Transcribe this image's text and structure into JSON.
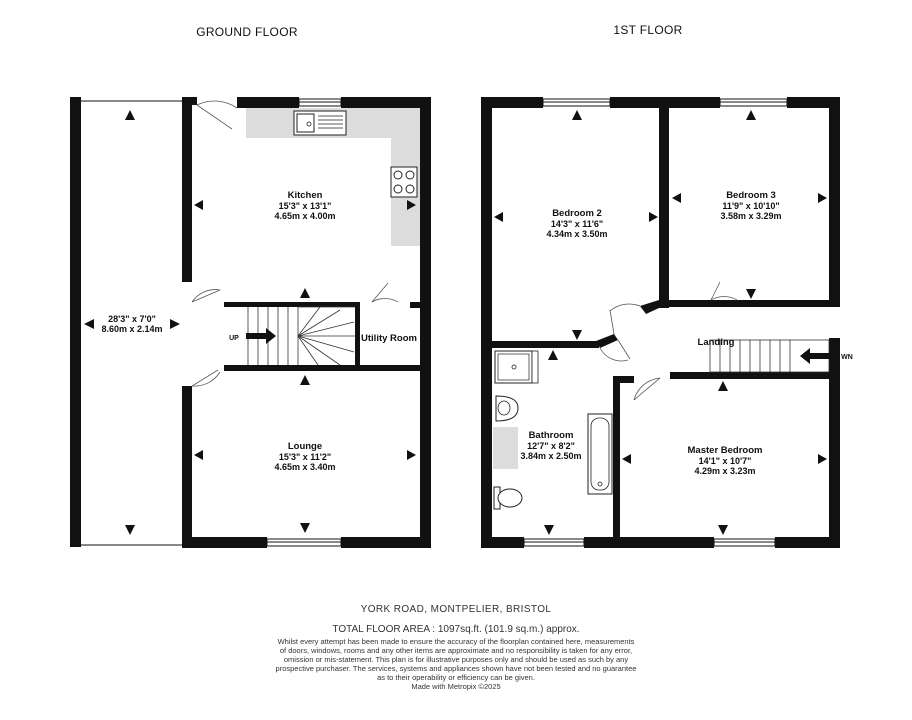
{
  "floors": {
    "ground": {
      "title": "GROUND FLOOR",
      "rooms": {
        "side": {
          "dim_imperial": "28'3\" x 7'0\"",
          "dim_metric": "8.60m x 2.14m"
        },
        "kitchen": {
          "name": "Kitchen",
          "dim_imperial": "15'3\" x 13'1\"",
          "dim_metric": "4.65m x 4.00m"
        },
        "utility": {
          "name": "Utility Room"
        },
        "lounge": {
          "name": "Lounge",
          "dim_imperial": "15'3\" x 11'2\"",
          "dim_metric": "4.65m x 3.40m"
        }
      },
      "stair_label": "UP"
    },
    "first": {
      "title": "1ST FLOOR",
      "rooms": {
        "bedroom2": {
          "name": "Bedroom 2",
          "dim_imperial": "14'3\" x 11'6\"",
          "dim_metric": "4.34m x 3.50m"
        },
        "bedroom3": {
          "name": "Bedroom 3",
          "dim_imperial": "11'9\" x 10'10\"",
          "dim_metric": "3.58m x 3.29m"
        },
        "landing": {
          "name": "Landing"
        },
        "bathroom": {
          "name": "Bathroom",
          "dim_imperial": "12'7\" x 8'2\"",
          "dim_metric": "3.84m x 2.50m"
        },
        "master": {
          "name": "Master Bedroom",
          "dim_imperial": "14'1\" x 10'7\"",
          "dim_metric": "4.29m x 3.23m"
        }
      },
      "stair_label": "WN"
    }
  },
  "footer": {
    "address": "YORK ROAD, MONTPELIER, BRISTOL",
    "total_area": "TOTAL FLOOR AREA : 1097sq.ft. (101.9 sq.m.) approx.",
    "disclaimer": [
      "Whilst every attempt has been made to ensure the accuracy of the floorplan contained here, measurements",
      "of doors, windows, rooms and any other items are approximate and no responsibility is taken for any error,",
      "omission or mis-statement. This plan is for illustrative purposes only and should be used as such by any",
      "prospective purchaser. The services, systems and appliances shown have not been tested and no guarantee",
      "as to their operability or efficiency can be given.",
      "Made with Metropix ©2025"
    ]
  },
  "colors": {
    "wall": "#111111",
    "fixture": "#dcdcdc",
    "background": "#ffffff"
  }
}
